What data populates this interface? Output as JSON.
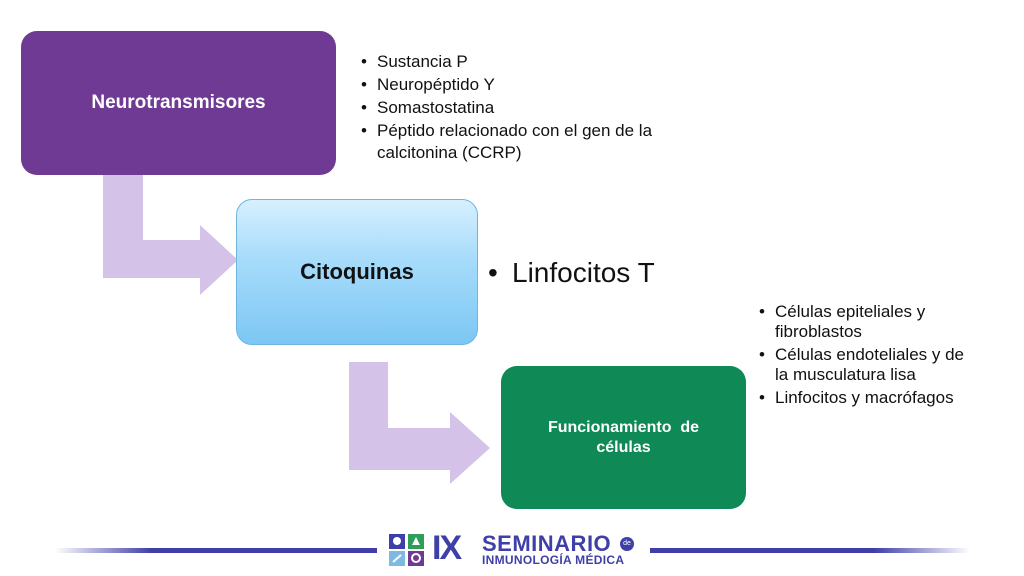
{
  "diagram": {
    "step1": {
      "title": "Neurotransmisores",
      "items": [
        "Sustancia P",
        "Neuropéptido Y",
        "Somastostatina",
        "Péptido relacionado con el gen de la calcitonina (CCRP)"
      ]
    },
    "step2": {
      "title": "Citoquinas",
      "items": [
        "Linfocitos T"
      ]
    },
    "step3": {
      "title": "Funcionamiento  de células",
      "items": [
        "Células epiteliales y fibroblastos",
        "Células endoteliales y de la musculatura lisa",
        "Linfocitos y macrófagos"
      ]
    }
  },
  "footer": {
    "logo": {
      "roman": "IX",
      "title": "SEMINARIO",
      "de": "de",
      "subtitle": "INMUNOLOGÍA MÉDICA"
    }
  },
  "colors": {
    "step1": "#6f3a93",
    "step2": "#8fd0f7",
    "step3": "#0f8a57",
    "arrow": "#d4c2e8",
    "footer_accent": "#3f3fa8"
  }
}
